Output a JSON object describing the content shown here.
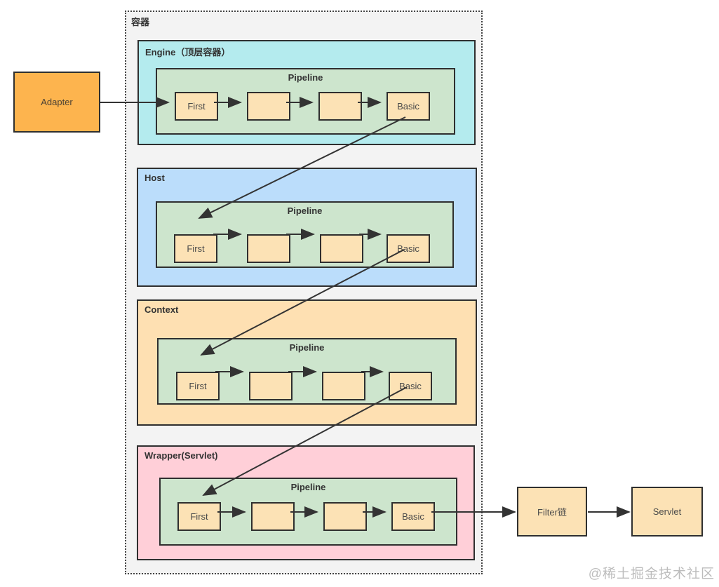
{
  "container": {
    "label": "容器"
  },
  "adapter": {
    "label": "Adapter"
  },
  "sections": [
    {
      "name": "engine",
      "label": "Engine（顶层容器）",
      "bg": "#b4ebee",
      "pipeline_label": "Pipeline",
      "boxes": [
        "First",
        "",
        "",
        "Basic"
      ]
    },
    {
      "name": "host",
      "label": "Host",
      "bg": "#bbddfb",
      "pipeline_label": "Pipeline",
      "boxes": [
        "First",
        "",
        "",
        "Basic"
      ]
    },
    {
      "name": "context",
      "label": "Context",
      "bg": "#fee0b2",
      "pipeline_label": "Pipeline",
      "boxes": [
        "First",
        "",
        "",
        "Basic"
      ]
    },
    {
      "name": "wrapper",
      "label": "Wrapper(Servlet)",
      "bg": "#ffcfd8",
      "pipeline_label": "Pipeline",
      "boxes": [
        "First",
        "",
        "",
        "Basic"
      ]
    }
  ],
  "filter": {
    "label": "Filter链"
  },
  "servlet": {
    "label": "Servlet"
  },
  "watermark": "@稀土掘金技术社区",
  "colors": {
    "pipeline_bg": "#cde5cd",
    "valve_bg": "#fce2b5",
    "adapter_bg": "#fdb44e",
    "outer_bg": "#f3f3f3",
    "border": "#2f2f2f",
    "arrow": "#333333",
    "watermark_text": "#bcbcbc"
  }
}
